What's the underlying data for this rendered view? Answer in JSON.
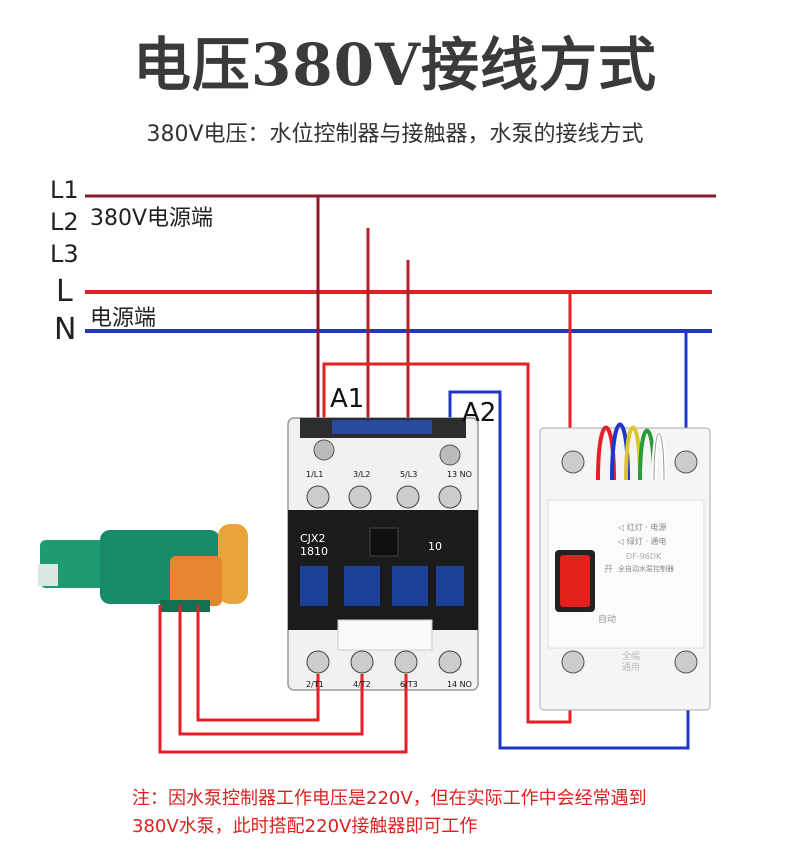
{
  "title": "电压380V接线方式",
  "subtitle": "380V电压：水位控制器与接触器，水泵的接线方式",
  "line_labels": {
    "l1": "L1",
    "l2": "L2",
    "l3": "L3",
    "l": "L",
    "n": "N"
  },
  "source_labels": {
    "three_phase": "380V电源端",
    "single_phase": "电源端"
  },
  "coil_labels": {
    "a1": "A1",
    "a2": "A2"
  },
  "contactor": {
    "model": "CJX2\n1810",
    "aux": "10",
    "top_terminals": [
      "1/L1",
      "3/L2",
      "5/L3",
      "13 NO"
    ],
    "bottom_terminals": [
      "2/T1",
      "4/T2",
      "6/T3",
      "14 NO"
    ]
  },
  "controller": {
    "model": "DF-96DK",
    "legend_red": "◁ 红灯 · 电源",
    "legend_green": "◁ 绿灯 · 通电",
    "subtitle": "全自动水泵控制器",
    "hand": "开",
    "auto": "自动",
    "bottom_text": "全幅\n通用"
  },
  "notes": {
    "line1": "注：因水泵控制器工作电压是220V，但在实际工作中会经常遇到",
    "line2": "380V水泵，此时搭配220V接触器即可工作"
  },
  "colors": {
    "l1": "#8b1a2b",
    "phase_wire": "#b01f2c",
    "live": "#e41f26",
    "neutral": "#1f36c9",
    "pump": "#1a8d6c"
  }
}
